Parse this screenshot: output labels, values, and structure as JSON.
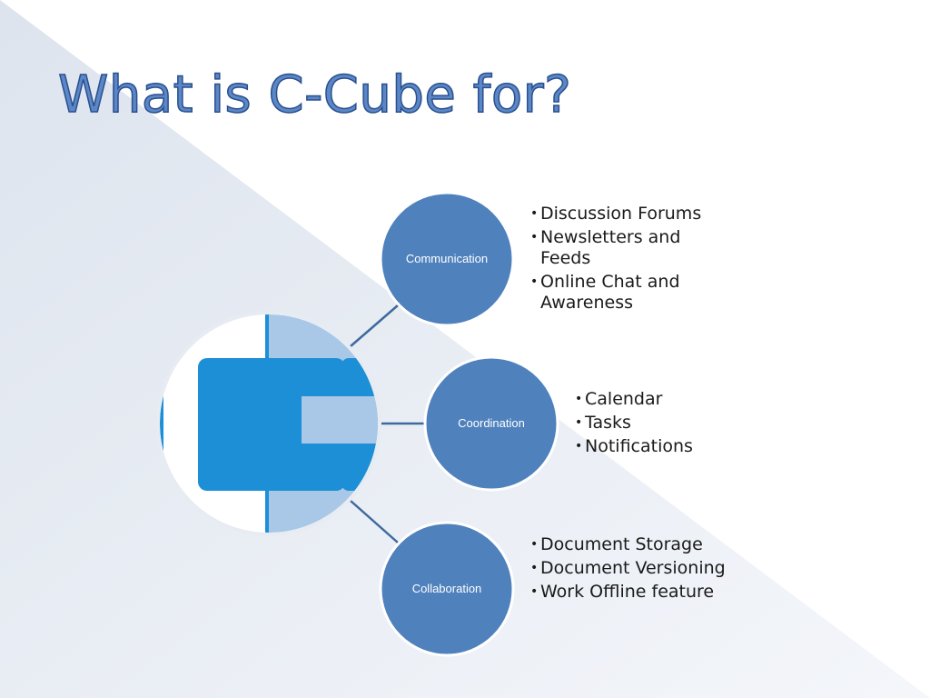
{
  "slide": {
    "title": "What is C-Cube for?"
  },
  "nodes": [
    {
      "label": "Communication",
      "bullets": [
        "Discussion Forums",
        "Newsletters and Feeds",
        "Online Chat and Awareness"
      ]
    },
    {
      "label": "Coordination",
      "bullets": [
        "Calendar",
        "Tasks",
        "Notifications"
      ]
    },
    {
      "label": "Collaboration",
      "bullets": [
        "Document Storage",
        "Document Versioning",
        "Work Offline feature"
      ]
    }
  ],
  "colors": {
    "node_fill": "#4f81bd",
    "node_border": "#ffffff",
    "connector": "#3f6a9e",
    "title_fill": "#5b87c7",
    "title_outline": "#2a4f8e",
    "logo_blue": "#1c8fd6",
    "background_shade": "#e8edf4"
  },
  "logo": {
    "icon": "c-cube-logo-icon"
  }
}
